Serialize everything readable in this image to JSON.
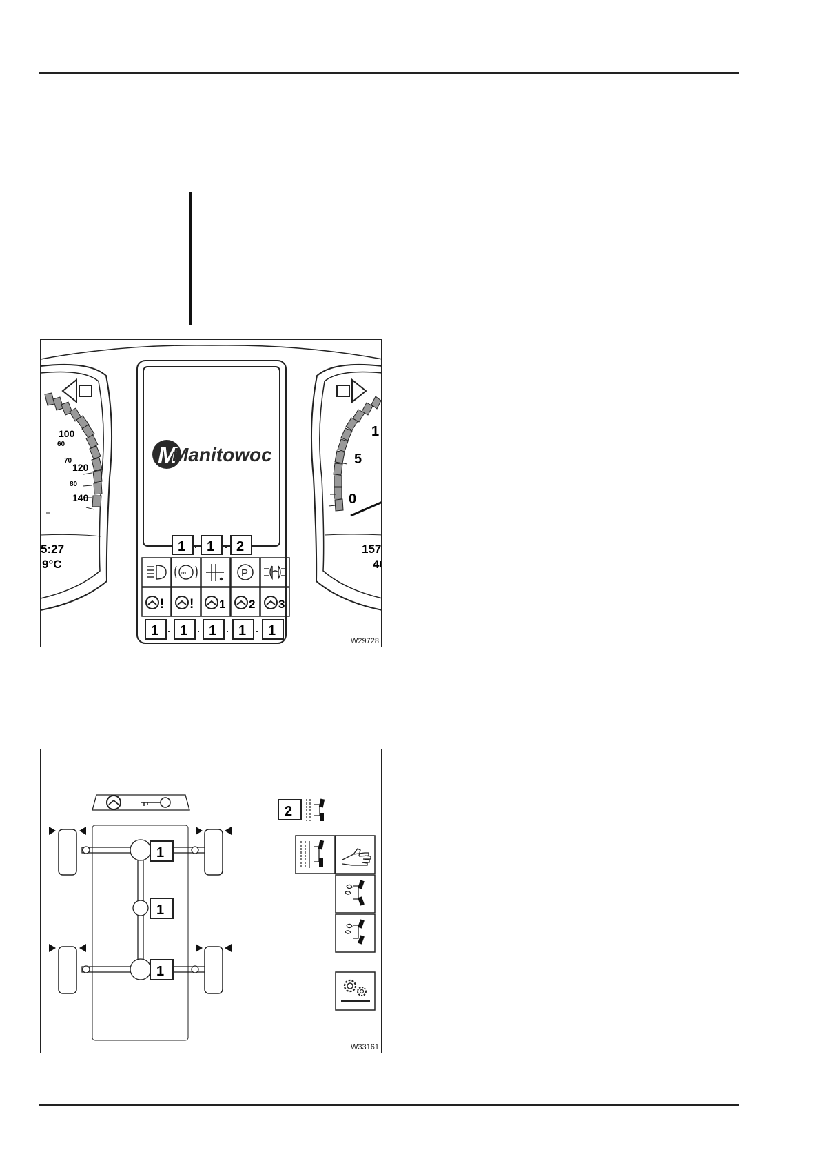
{
  "figure1": {
    "logo_text": "Manitowoc",
    "speed_labels": [
      "60",
      "70",
      "80",
      "100",
      "120",
      "140"
    ],
    "time_partial": "5:27",
    "temp_partial": "9°C",
    "right_gauge_labels": [
      "0",
      "5",
      "1"
    ],
    "odometer_partial": "157",
    "odometer_line2_partial": "40",
    "top_callouts": [
      "1",
      "1",
      "2"
    ],
    "row2_icon_suffixes": [
      "!",
      "!",
      "1",
      "2",
      "3"
    ],
    "bottom_callouts": [
      "1",
      "1",
      "1",
      "1",
      "1"
    ],
    "code": "W29728"
  },
  "figure2": {
    "axle_callouts": [
      "1",
      "1",
      "1"
    ],
    "legend_callout": "2",
    "code": "W33161"
  }
}
